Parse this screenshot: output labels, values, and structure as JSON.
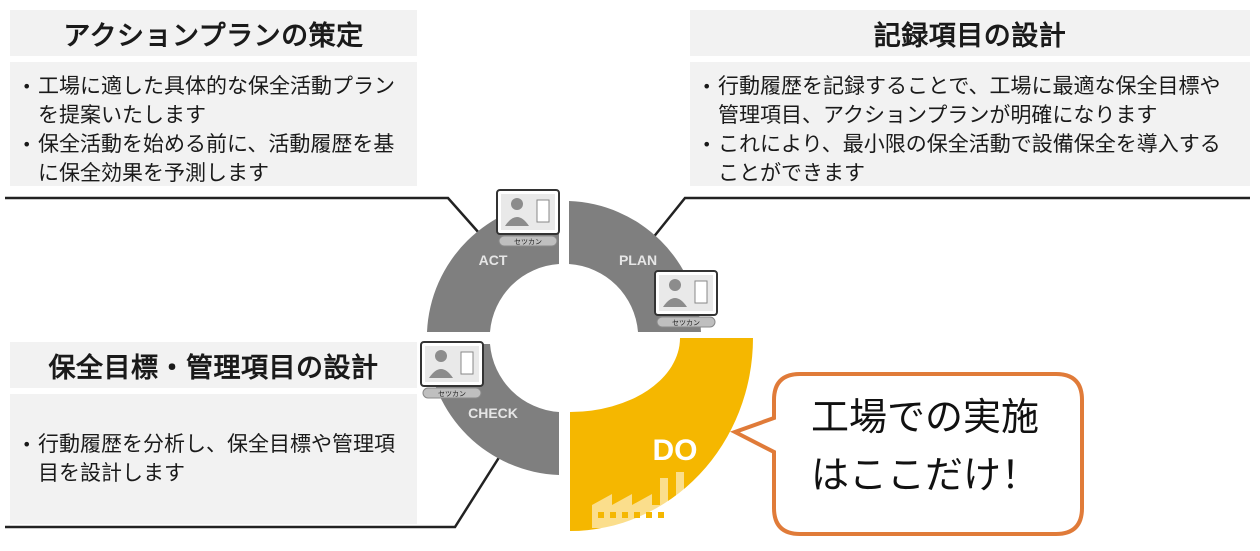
{
  "panels": {
    "act_title": "アクションプランの策定",
    "act_bullets": [
      "工場に適した具体的な保全活動プランを提案いたします",
      "保全活動を始める前に、活動履歴を基に保全効果を予測します"
    ],
    "plan_title": "記録項目の設計",
    "plan_bullets": [
      "行動履歴を記録することで、工場に最適な保全目標や管理項目、アクションプランが明確になります",
      "これにより、最小限の保全活動で設備保全を導入することができます"
    ],
    "check_title": "保全目標・管理項目の設計",
    "check_bullets": [
      "行動履歴を分析し、保全目標や管理項目を設計します"
    ]
  },
  "cycle": {
    "act": "ACT",
    "plan": "PLAN",
    "check": "CHECK",
    "do": "DO",
    "badge": "セツカン"
  },
  "callout": {
    "line1": "工場での実施",
    "line2": "はここだけ！"
  },
  "colors": {
    "ring_gray": "#7f7f7f",
    "do_yellow": "#f5b700",
    "callout_border": "#e07b39"
  }
}
